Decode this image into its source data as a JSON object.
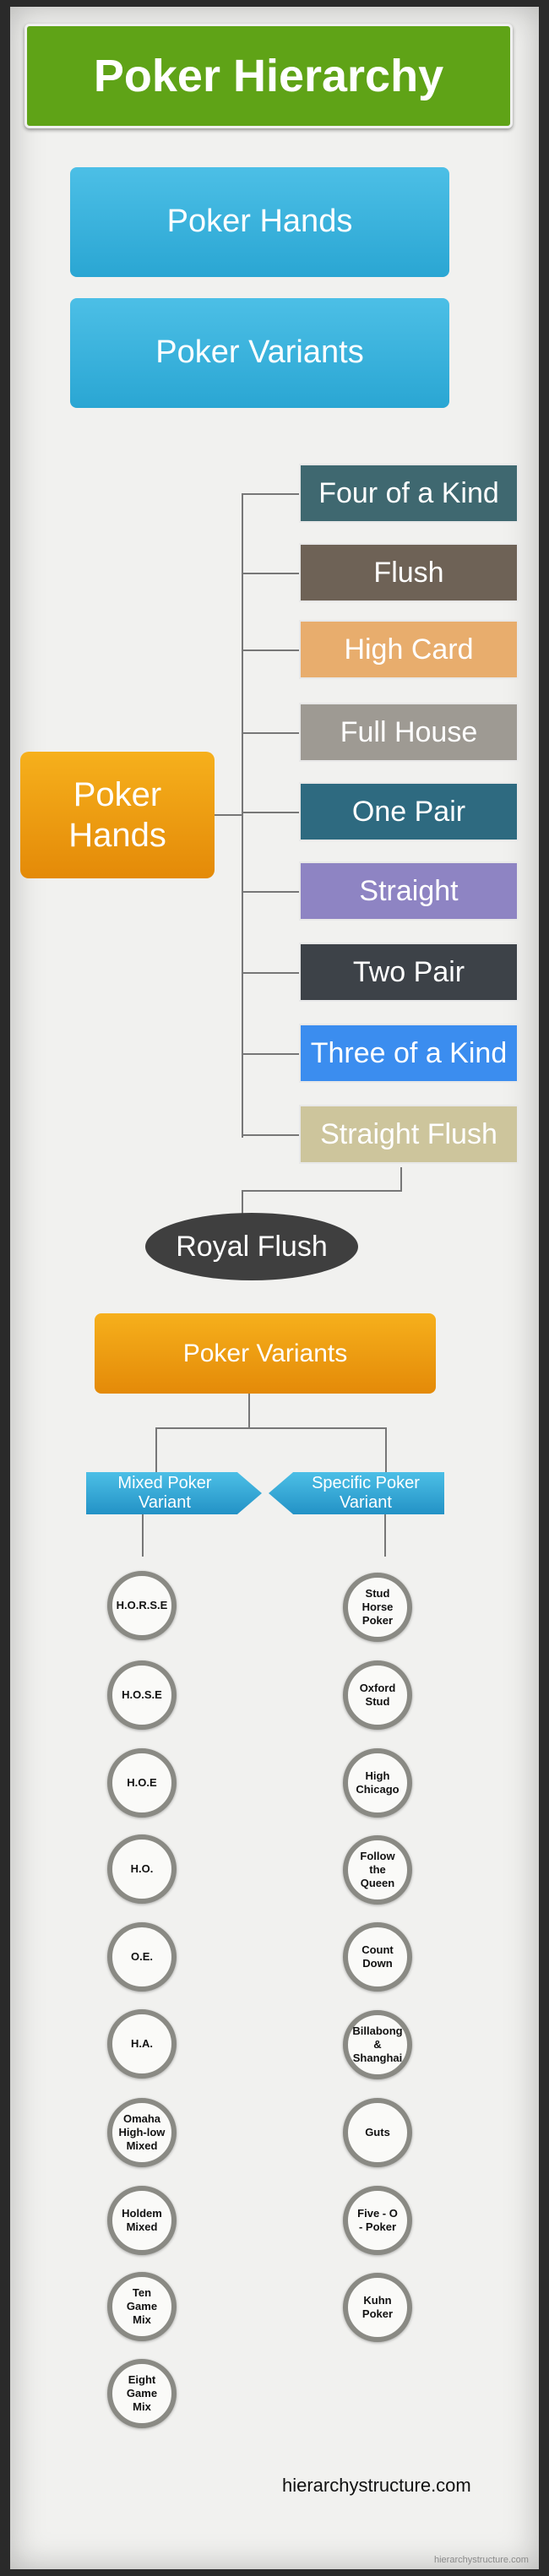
{
  "title": "Poker Hierarchy",
  "nav": [
    "Poker Hands",
    "Poker Variants"
  ],
  "hub": "Poker\nHands",
  "hands": [
    {
      "label": "Four of a Kind",
      "color": "#3f6870"
    },
    {
      "label": "Flush",
      "color": "#6e6256"
    },
    {
      "label": "High Card",
      "color": "#e8ad6d"
    },
    {
      "label": "Full House",
      "color": "#9e9a93"
    },
    {
      "label": "One Pair",
      "color": "#2e6a80"
    },
    {
      "label": "Straight",
      "color": "#8e84c3"
    },
    {
      "label": "Two Pair",
      "color": "#3d4248"
    },
    {
      "label": "Three of a Kind",
      "color": "#3b8def"
    },
    {
      "label": "Straight Flush",
      "color": "#cdc59c"
    }
  ],
  "royal": "Royal Flush",
  "variants_title": "Poker Variants",
  "mixed_label": "Mixed Poker\nVariant",
  "specific_label": "Specific Poker\nVariant",
  "mixed": [
    "H.O.R.S.E",
    "H.O.S.E",
    "H.O.E",
    "H.O.",
    "O.E.",
    "H.A.",
    "Omaha\nHigh-low\nMixed",
    "Holdem\nMixed",
    "Ten\nGame\nMix",
    "Eight\nGame\nMix"
  ],
  "specific": [
    "Stud\nHorse\nPoker",
    "Oxford\nStud",
    "High\nChicago",
    "Follow\nthe\nQueen",
    "Count\nDown",
    "Billabong\n&\nShanghai",
    "Guts",
    "Five - O\n- Poker",
    "Kuhn\nPoker"
  ],
  "credit": "hierarchystructure.com",
  "watermark": "hierarchystructure.com"
}
